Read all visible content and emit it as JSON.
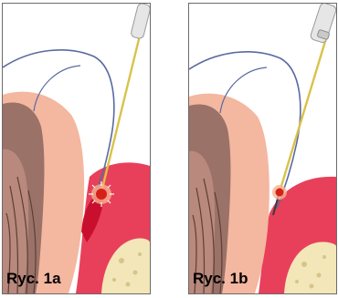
{
  "figures": [
    {
      "caption": "Ryc. 1a",
      "instrument": "laser-fiber-handpiece",
      "tissue_state": "gingival-pocket-with-inflamed-tissue"
    },
    {
      "caption": "Ryc. 1b",
      "instrument": "laser-fiber-handpiece",
      "tissue_state": "gingival-pocket-after-treatment"
    }
  ],
  "colors": {
    "gum": "#e8405a",
    "gum_light": "#f08a96",
    "tooth_enamel": "#f4b7a0",
    "tooth_root": "#9b7268",
    "pulp": "#b8897c",
    "bone": "#f3e6b8",
    "laser_fiber": "#d9c24a",
    "laser_spot": "#d8201a",
    "crown_outline": "#5a6aa0"
  }
}
